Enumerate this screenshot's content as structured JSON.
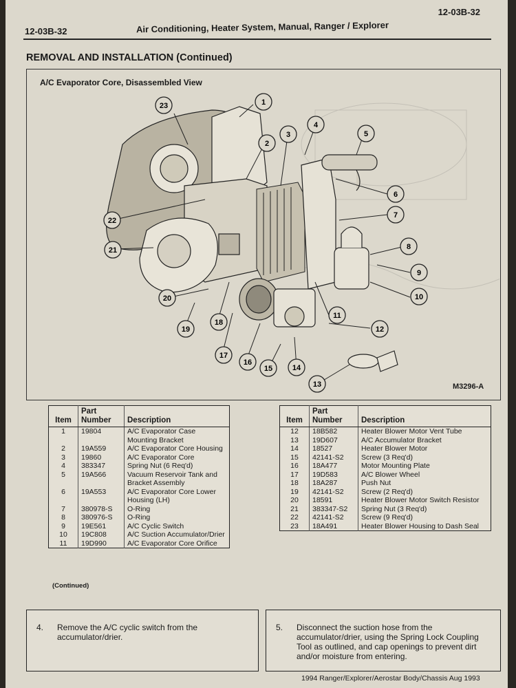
{
  "header": {
    "page_number_top": "12-03B-32",
    "page_number_left": "12-03B-32",
    "running_title": "Air Conditioning, Heater System, Manual, Ranger / Explorer"
  },
  "section_title": "REMOVAL AND INSTALLATION (Continued)",
  "figure": {
    "title": "A/C Evaporator Core, Disassembled View",
    "code": "M3296-A",
    "callouts": [
      "1",
      "2",
      "3",
      "4",
      "5",
      "6",
      "7",
      "8",
      "9",
      "10",
      "11",
      "12",
      "13",
      "14",
      "15",
      "16",
      "17",
      "18",
      "19",
      "20",
      "21",
      "22",
      "23"
    ]
  },
  "table": {
    "headers": {
      "item": "Item",
      "part": "Part",
      "number": "Number",
      "description": "Description"
    },
    "left_rows": [
      {
        "item": "1",
        "number": "19804",
        "desc": "A/C Evaporator Case Mounting Bracket"
      },
      {
        "item": "2",
        "number": "19A559",
        "desc": "A/C Evaporator Core Housing"
      },
      {
        "item": "3",
        "number": "19860",
        "desc": "A/C Evaporator Core"
      },
      {
        "item": "4",
        "number": "383347",
        "desc": "Spring Nut (6 Req'd)"
      },
      {
        "item": "5",
        "number": "19A566",
        "desc": "Vacuum Reservoir Tank and Bracket Assembly"
      },
      {
        "item": "6",
        "number": "19A553",
        "desc": "A/C Evaporator Core Lower Housing (LH)"
      },
      {
        "item": "7",
        "number": "380978-S",
        "desc": "O-Ring"
      },
      {
        "item": "8",
        "number": "380976-S",
        "desc": "O-Ring"
      },
      {
        "item": "9",
        "number": "19E561",
        "desc": "A/C Cyclic Switch"
      },
      {
        "item": "10",
        "number": "19C808",
        "desc": "A/C Suction Accumulator/Drier"
      },
      {
        "item": "11",
        "number": "19D990",
        "desc": "A/C Evaporator Core Orifice"
      }
    ],
    "right_rows": [
      {
        "item": "12",
        "number": "18B582",
        "desc": "Heater Blower Motor Vent Tube"
      },
      {
        "item": "13",
        "number": "19D607",
        "desc": "A/C Accumulator Bracket"
      },
      {
        "item": "14",
        "number": "18527",
        "desc": "Heater Blower Motor"
      },
      {
        "item": "15",
        "number": "42141-S2",
        "desc": "Screw (3 Req'd)"
      },
      {
        "item": "16",
        "number": "18A477",
        "desc": "Motor Mounting Plate"
      },
      {
        "item": "17",
        "number": "19D583",
        "desc": "A/C Blower Wheel"
      },
      {
        "item": "18",
        "number": "18A287",
        "desc": "Push Nut"
      },
      {
        "item": "19",
        "number": "42141-S2",
        "desc": "Screw (2 Req'd)"
      },
      {
        "item": "20",
        "number": "18591",
        "desc": "Heater Blower Motor Switch Resistor"
      },
      {
        "item": "21",
        "number": "383347-S2",
        "desc": "Spring Nut (3 Req'd)"
      },
      {
        "item": "22",
        "number": "42141-S2",
        "desc": "Screw (9 Req'd)"
      },
      {
        "item": "23",
        "number": "18A491",
        "desc": "Heater Blower Housing to Dash Seal"
      }
    ],
    "continued": "(Continued)"
  },
  "steps": [
    {
      "n": "4.",
      "text": "Remove the A/C cyclic switch from the accumulator/drier."
    },
    {
      "n": "5.",
      "text": "Disconnect the suction hose from the accumulator/drier, using the Spring Lock Coupling Tool as outlined, and cap openings to prevent dirt and/or moisture from entering."
    }
  ],
  "footer": "1994 Ranger/Explorer/Aerostar Body/Chassis Aug 1993"
}
